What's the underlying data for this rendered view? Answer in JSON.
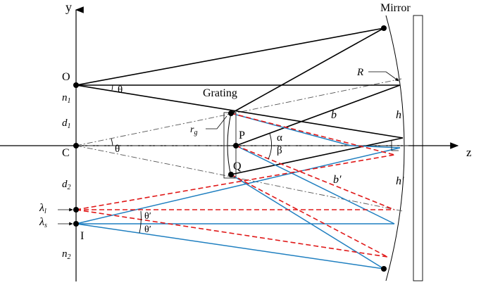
{
  "labels": {
    "y_axis": "y",
    "z_axis": "z",
    "mirror": "Mirror",
    "origin_O": "O",
    "n1": "n",
    "n1_sub": "1",
    "theta_top": "θ",
    "grating": "Grating",
    "R": "R",
    "d1": "d",
    "d1_sub": "1",
    "r": "r",
    "r_sub": "g",
    "P": "P",
    "alpha": "α",
    "beta": "β",
    "b": "b",
    "h": "h",
    "C": "C",
    "theta_mid": "θ",
    "Q": "Q",
    "d2": "d",
    "d2_sub": "2",
    "b_prime": "b′",
    "h_prime": "h′",
    "lambda_l": "λ",
    "lambda_l_sub": "l",
    "lambda_s": "λ",
    "lambda_s_sub": "s",
    "theta_prime_1": "θ′",
    "theta_prime_2": "θ′",
    "I": "I",
    "n2": "n",
    "n2_sub": "2"
  },
  "colors": {
    "black_ray": "#000000",
    "blue_ray": "#1f7fc0",
    "red_ray": "#e01818",
    "axis": "#000000",
    "centerline": "#555555"
  }
}
